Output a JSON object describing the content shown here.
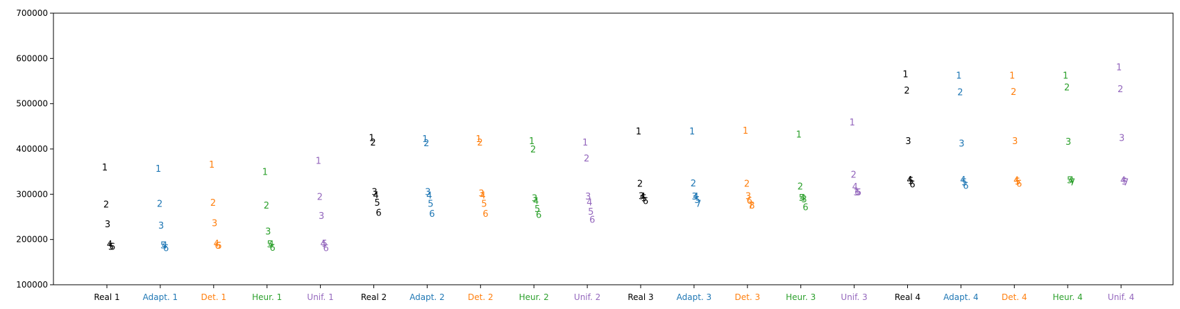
{
  "chart_data": {
    "type": "scatter",
    "ylim": [
      100000,
      700000
    ],
    "yticks": [
      "100000",
      "200000",
      "300000",
      "400000",
      "500000",
      "600000",
      "700000"
    ],
    "categories": [
      {
        "label": "Real 1",
        "color": "#000000"
      },
      {
        "label": "Adapt. 1",
        "color": "#1f77b4"
      },
      {
        "label": "Det. 1",
        "color": "#ff7f0e"
      },
      {
        "label": "Heur. 1",
        "color": "#2ca02c"
      },
      {
        "label": "Unif. 1",
        "color": "#9467bd"
      },
      {
        "label": "Real 2",
        "color": "#000000"
      },
      {
        "label": "Adapt. 2",
        "color": "#1f77b4"
      },
      {
        "label": "Det. 2",
        "color": "#ff7f0e"
      },
      {
        "label": "Heur. 2",
        "color": "#2ca02c"
      },
      {
        "label": "Unif. 2",
        "color": "#9467bd"
      },
      {
        "label": "Real 3",
        "color": "#000000"
      },
      {
        "label": "Adapt. 3",
        "color": "#1f77b4"
      },
      {
        "label": "Det. 3",
        "color": "#ff7f0e"
      },
      {
        "label": "Heur. 3",
        "color": "#2ca02c"
      },
      {
        "label": "Unif. 3",
        "color": "#9467bd"
      },
      {
        "label": "Real 4",
        "color": "#000000"
      },
      {
        "label": "Adapt. 4",
        "color": "#1f77b4"
      },
      {
        "label": "Det. 4",
        "color": "#ff7f0e"
      },
      {
        "label": "Heur. 4",
        "color": "#2ca02c"
      },
      {
        "label": "Unif. 4",
        "color": "#9467bd"
      }
    ],
    "points": [
      {
        "cat": 0,
        "label": "1",
        "x": 0.05,
        "y": 360000
      },
      {
        "cat": 0,
        "label": "2",
        "x": 0.15,
        "y": 278000
      },
      {
        "cat": 0,
        "label": "3",
        "x": 0.25,
        "y": 235000
      },
      {
        "cat": 0,
        "label": "4",
        "x": 0.4,
        "y": 190000
      },
      {
        "cat": 0,
        "label": "5",
        "x": 0.5,
        "y": 185000
      },
      {
        "cat": 0,
        "label": "6",
        "x": 0.6,
        "y": 185000
      },
      {
        "cat": 1,
        "label": "1",
        "x": 0.06,
        "y": 357000
      },
      {
        "cat": 1,
        "label": "2",
        "x": 0.16,
        "y": 280000
      },
      {
        "cat": 1,
        "label": "3",
        "x": 0.26,
        "y": 232000
      },
      {
        "cat": 1,
        "label": "5",
        "x": 0.41,
        "y": 188000
      },
      {
        "cat": 1,
        "label": "4",
        "x": 0.51,
        "y": 188000
      },
      {
        "cat": 1,
        "label": "6",
        "x": 0.61,
        "y": 182000
      },
      {
        "cat": 2,
        "label": "1",
        "x": 0.07,
        "y": 366000
      },
      {
        "cat": 2,
        "label": "2",
        "x": 0.16,
        "y": 282000
      },
      {
        "cat": 2,
        "label": "3",
        "x": 0.27,
        "y": 237000
      },
      {
        "cat": 2,
        "label": "4",
        "x": 0.4,
        "y": 192000
      },
      {
        "cat": 2,
        "label": "6",
        "x": 0.49,
        "y": 187000
      },
      {
        "cat": 2,
        "label": "5",
        "x": 0.59,
        "y": 187000
      },
      {
        "cat": 3,
        "label": "1",
        "x": 0.06,
        "y": 350000
      },
      {
        "cat": 3,
        "label": "2",
        "x": 0.16,
        "y": 276000
      },
      {
        "cat": 3,
        "label": "3",
        "x": 0.28,
        "y": 219000
      },
      {
        "cat": 3,
        "label": "5",
        "x": 0.4,
        "y": 190000
      },
      {
        "cat": 3,
        "label": "4",
        "x": 0.5,
        "y": 190000
      },
      {
        "cat": 3,
        "label": "6",
        "x": 0.6,
        "y": 183000
      },
      {
        "cat": 4,
        "label": "1",
        "x": 0.06,
        "y": 375000
      },
      {
        "cat": 4,
        "label": "2",
        "x": 0.16,
        "y": 295000
      },
      {
        "cat": 4,
        "label": "3",
        "x": 0.28,
        "y": 253000
      },
      {
        "cat": 4,
        "label": "4",
        "x": 0.4,
        "y": 192000
      },
      {
        "cat": 4,
        "label": "5",
        "x": 0.5,
        "y": 192000
      },
      {
        "cat": 4,
        "label": "6",
        "x": 0.6,
        "y": 182000
      },
      {
        "cat": 5,
        "label": "1",
        "x": 0.05,
        "y": 425000
      },
      {
        "cat": 5,
        "label": "2",
        "x": 0.15,
        "y": 415000
      },
      {
        "cat": 5,
        "label": "3",
        "x": 0.25,
        "y": 306000
      },
      {
        "cat": 5,
        "label": "4",
        "x": 0.35,
        "y": 299000
      },
      {
        "cat": 5,
        "label": "5",
        "x": 0.45,
        "y": 282000
      },
      {
        "cat": 5,
        "label": "6",
        "x": 0.55,
        "y": 260000
      },
      {
        "cat": 6,
        "label": "1",
        "x": 0.05,
        "y": 423000
      },
      {
        "cat": 6,
        "label": "2",
        "x": 0.15,
        "y": 414000
      },
      {
        "cat": 6,
        "label": "3",
        "x": 0.25,
        "y": 306000
      },
      {
        "cat": 6,
        "label": "4",
        "x": 0.35,
        "y": 298000
      },
      {
        "cat": 6,
        "label": "5",
        "x": 0.45,
        "y": 280000
      },
      {
        "cat": 6,
        "label": "6",
        "x": 0.55,
        "y": 258000
      },
      {
        "cat": 7,
        "label": "1",
        "x": 0.06,
        "y": 423000
      },
      {
        "cat": 7,
        "label": "2",
        "x": 0.16,
        "y": 415000
      },
      {
        "cat": 7,
        "label": "3",
        "x": 0.26,
        "y": 303000
      },
      {
        "cat": 7,
        "label": "4",
        "x": 0.36,
        "y": 298000
      },
      {
        "cat": 7,
        "label": "5",
        "x": 0.46,
        "y": 280000
      },
      {
        "cat": 7,
        "label": "6",
        "x": 0.56,
        "y": 258000
      },
      {
        "cat": 8,
        "label": "1",
        "x": 0.05,
        "y": 418000
      },
      {
        "cat": 8,
        "label": "2",
        "x": 0.15,
        "y": 400000
      },
      {
        "cat": 8,
        "label": "3",
        "x": 0.25,
        "y": 292000
      },
      {
        "cat": 8,
        "label": "4",
        "x": 0.35,
        "y": 286000
      },
      {
        "cat": 8,
        "label": "5",
        "x": 0.45,
        "y": 268000
      },
      {
        "cat": 8,
        "label": "6",
        "x": 0.55,
        "y": 255000
      },
      {
        "cat": 9,
        "label": "1",
        "x": 0.05,
        "y": 415000
      },
      {
        "cat": 9,
        "label": "2",
        "x": 0.15,
        "y": 380000
      },
      {
        "cat": 9,
        "label": "3",
        "x": 0.26,
        "y": 296000
      },
      {
        "cat": 9,
        "label": "4",
        "x": 0.36,
        "y": 283000
      },
      {
        "cat": 9,
        "label": "5",
        "x": 0.46,
        "y": 262000
      },
      {
        "cat": 9,
        "label": "6",
        "x": 0.56,
        "y": 245000
      },
      {
        "cat": 10,
        "label": "1",
        "x": 0.05,
        "y": 440000
      },
      {
        "cat": 10,
        "label": "2",
        "x": 0.15,
        "y": 324000
      },
      {
        "cat": 10,
        "label": "3",
        "x": 0.25,
        "y": 297000
      },
      {
        "cat": 10,
        "label": "4",
        "x": 0.35,
        "y": 296000
      },
      {
        "cat": 10,
        "label": "5",
        "x": 0.45,
        "y": 292000
      },
      {
        "cat": 10,
        "label": "6",
        "x": 0.55,
        "y": 286000
      },
      {
        "cat": 11,
        "label": "1",
        "x": 0.06,
        "y": 440000
      },
      {
        "cat": 11,
        "label": "2",
        "x": 0.15,
        "y": 325000
      },
      {
        "cat": 11,
        "label": "3",
        "x": 0.24,
        "y": 296000
      },
      {
        "cat": 11,
        "label": "4",
        "x": 0.33,
        "y": 296000
      },
      {
        "cat": 11,
        "label": "5",
        "x": 0.43,
        "y": 288000
      },
      {
        "cat": 11,
        "label": "7",
        "x": 0.52,
        "y": 280000
      },
      {
        "cat": 12,
        "label": "1",
        "x": 0.06,
        "y": 441000
      },
      {
        "cat": 12,
        "label": "2",
        "x": 0.16,
        "y": 324000
      },
      {
        "cat": 12,
        "label": "3",
        "x": 0.26,
        "y": 297000
      },
      {
        "cat": 12,
        "label": "6",
        "x": 0.35,
        "y": 287000
      },
      {
        "cat": 12,
        "label": "7",
        "x": 0.44,
        "y": 276000
      },
      {
        "cat": 12,
        "label": "8",
        "x": 0.53,
        "y": 276000
      },
      {
        "cat": 13,
        "label": "1",
        "x": 0.06,
        "y": 433000
      },
      {
        "cat": 13,
        "label": "2",
        "x": 0.16,
        "y": 318000
      },
      {
        "cat": 13,
        "label": "5",
        "x": 0.26,
        "y": 293000
      },
      {
        "cat": 13,
        "label": "4",
        "x": 0.35,
        "y": 293000
      },
      {
        "cat": 13,
        "label": "3",
        "x": 0.44,
        "y": 290000
      },
      {
        "cat": 13,
        "label": "6",
        "x": 0.54,
        "y": 272000
      },
      {
        "cat": 14,
        "label": "1",
        "x": 0.06,
        "y": 460000
      },
      {
        "cat": 14,
        "label": "2",
        "x": 0.16,
        "y": 344000
      },
      {
        "cat": 14,
        "label": "4",
        "x": 0.26,
        "y": 317000
      },
      {
        "cat": 14,
        "label": "3",
        "x": 0.35,
        "y": 305000
      },
      {
        "cat": 14,
        "label": "6",
        "x": 0.44,
        "y": 305000
      },
      {
        "cat": 14,
        "label": "5",
        "x": 0.53,
        "y": 305000
      },
      {
        "cat": 15,
        "label": "1",
        "x": 0.05,
        "y": 566000
      },
      {
        "cat": 15,
        "label": "2",
        "x": 0.15,
        "y": 530000
      },
      {
        "cat": 15,
        "label": "3",
        "x": 0.25,
        "y": 418000
      },
      {
        "cat": 15,
        "label": "4",
        "x": 0.35,
        "y": 333000
      },
      {
        "cat": 15,
        "label": "5",
        "x": 0.45,
        "y": 330000
      },
      {
        "cat": 15,
        "label": "6",
        "x": 0.55,
        "y": 323000
      },
      {
        "cat": 16,
        "label": "1",
        "x": 0.05,
        "y": 563000
      },
      {
        "cat": 16,
        "label": "2",
        "x": 0.15,
        "y": 526000
      },
      {
        "cat": 16,
        "label": "3",
        "x": 0.25,
        "y": 413000
      },
      {
        "cat": 16,
        "label": "4",
        "x": 0.35,
        "y": 333000
      },
      {
        "cat": 16,
        "label": "5",
        "x": 0.45,
        "y": 327000
      },
      {
        "cat": 16,
        "label": "6",
        "x": 0.55,
        "y": 320000
      },
      {
        "cat": 17,
        "label": "1",
        "x": 0.05,
        "y": 563000
      },
      {
        "cat": 17,
        "label": "2",
        "x": 0.15,
        "y": 527000
      },
      {
        "cat": 17,
        "label": "3",
        "x": 0.25,
        "y": 418000
      },
      {
        "cat": 17,
        "label": "4",
        "x": 0.35,
        "y": 332000
      },
      {
        "cat": 17,
        "label": "5",
        "x": 0.45,
        "y": 329000
      },
      {
        "cat": 17,
        "label": "6",
        "x": 0.55,
        "y": 324000
      },
      {
        "cat": 18,
        "label": "1",
        "x": 0.05,
        "y": 563000
      },
      {
        "cat": 18,
        "label": "2",
        "x": 0.15,
        "y": 537000
      },
      {
        "cat": 18,
        "label": "3",
        "x": 0.25,
        "y": 417000
      },
      {
        "cat": 18,
        "label": "5",
        "x": 0.35,
        "y": 332000
      },
      {
        "cat": 18,
        "label": "4",
        "x": 0.45,
        "y": 332000
      },
      {
        "cat": 18,
        "label": "7",
        "x": 0.55,
        "y": 327000
      },
      {
        "cat": 19,
        "label": "1",
        "x": 0.05,
        "y": 581000
      },
      {
        "cat": 19,
        "label": "2",
        "x": 0.15,
        "y": 533000
      },
      {
        "cat": 19,
        "label": "3",
        "x": 0.25,
        "y": 425000
      },
      {
        "cat": 19,
        "label": "4",
        "x": 0.35,
        "y": 332000
      },
      {
        "cat": 19,
        "label": "5",
        "x": 0.45,
        "y": 329000
      },
      {
        "cat": 19,
        "label": "7",
        "x": 0.55,
        "y": 327000
      }
    ]
  }
}
